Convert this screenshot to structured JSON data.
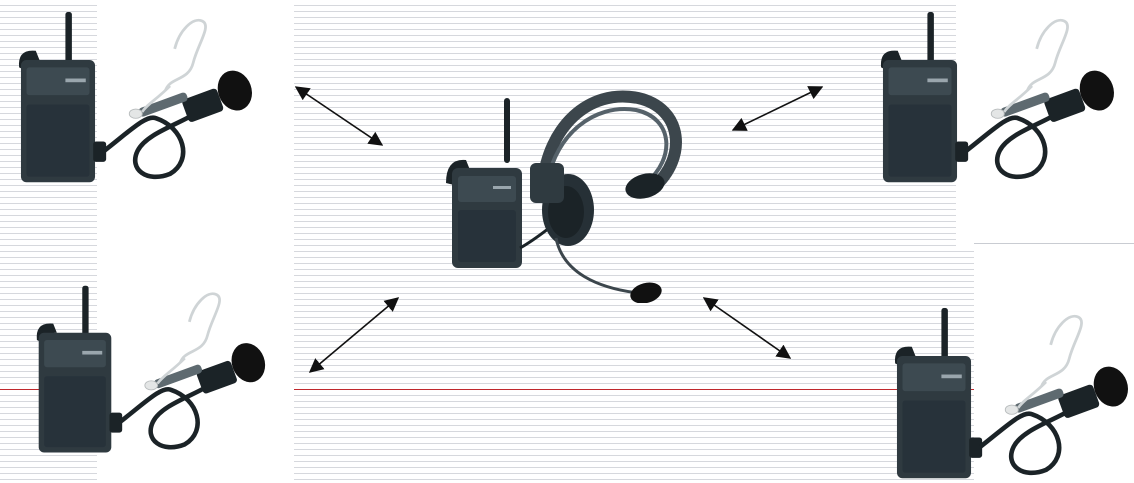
{
  "diagram": {
    "hub": {
      "name": "base-station-headset",
      "device": "beltpack-with-headset"
    },
    "remotes": [
      {
        "name": "remote-top-left",
        "device": "beltpack-with-earset-mic"
      },
      {
        "name": "remote-top-right",
        "device": "beltpack-with-earset-mic"
      },
      {
        "name": "remote-bottom-left",
        "device": "beltpack-with-earset-mic"
      },
      {
        "name": "remote-bottom-right",
        "device": "beltpack-with-earset-mic"
      }
    ],
    "links": [
      {
        "from": "hub",
        "to": "remote-top-left",
        "style": "double-arrow"
      },
      {
        "from": "hub",
        "to": "remote-top-right",
        "style": "double-arrow"
      },
      {
        "from": "hub",
        "to": "remote-bottom-left",
        "style": "double-arrow"
      },
      {
        "from": "hub",
        "to": "remote-bottom-right",
        "style": "double-arrow"
      }
    ]
  },
  "colors": {
    "background": "#ffffff",
    "rule_line": "#d6d8dd",
    "red_rule": "#c0282d",
    "arrow": "#111111",
    "device_body": "#2f3a40",
    "device_dark": "#1b2327"
  }
}
